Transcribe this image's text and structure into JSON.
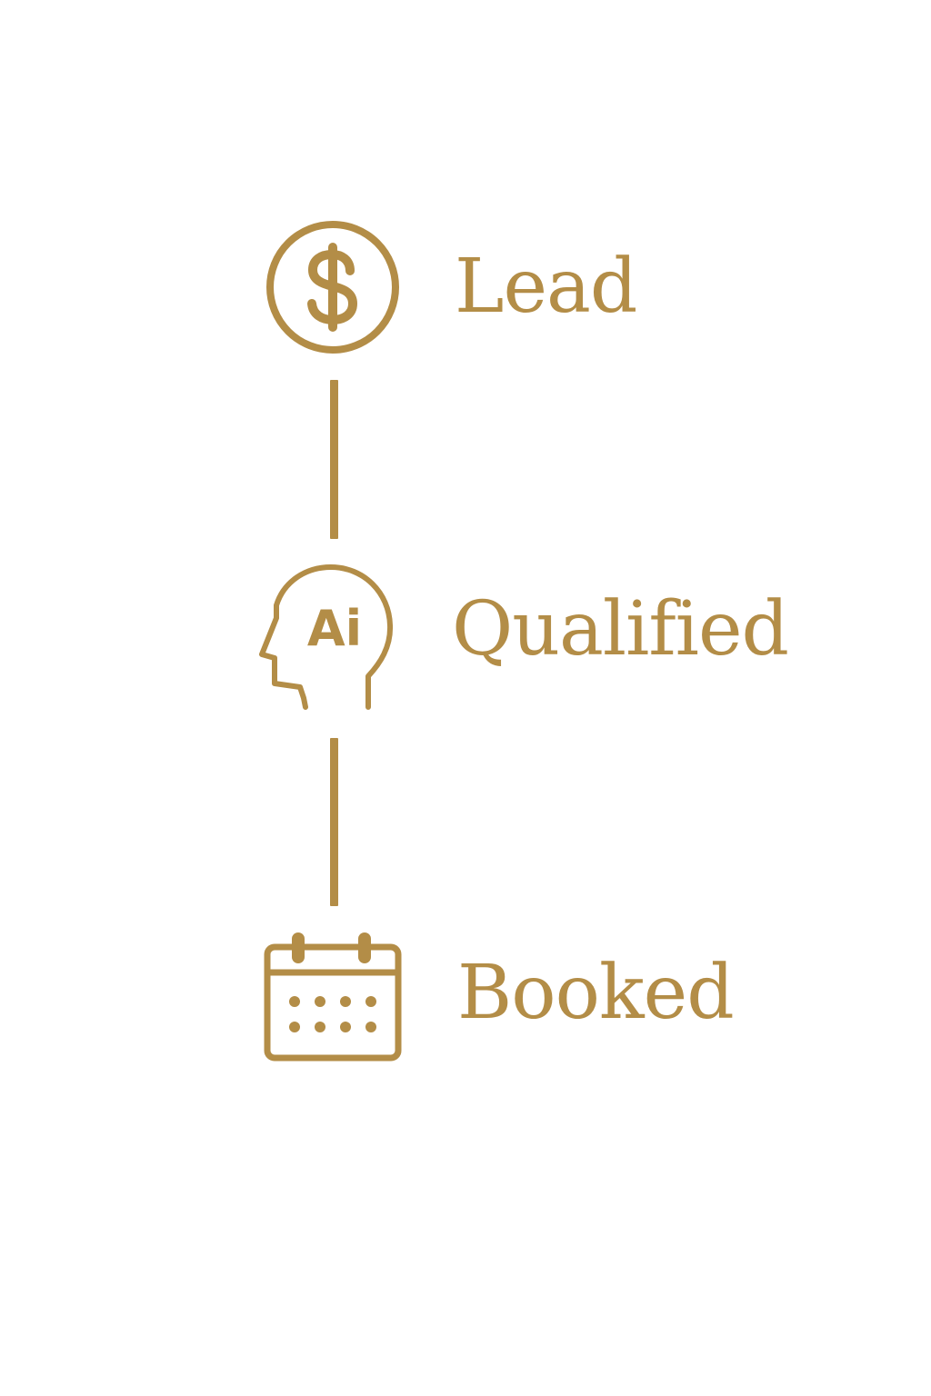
{
  "colors": {
    "accent": "#B38D47",
    "background": "#FFFFFF"
  },
  "steps": [
    {
      "label": "Lead",
      "icon": "dollar-coin-icon"
    },
    {
      "label": "Qualified",
      "icon": "ai-head-icon",
      "icon_text": "Ai"
    },
    {
      "label": "Booked",
      "icon": "calendar-icon"
    }
  ]
}
